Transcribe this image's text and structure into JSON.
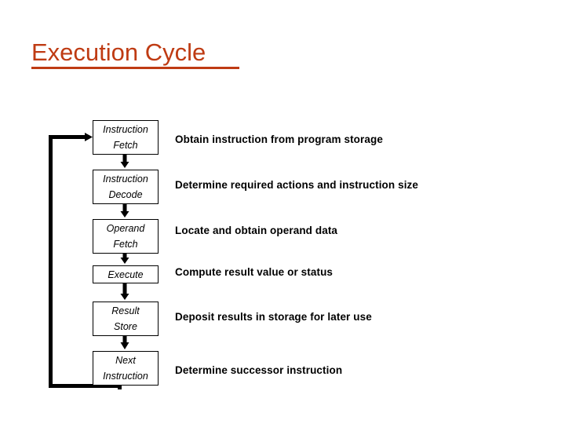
{
  "slide": {
    "title": "Execution Cycle",
    "title_color": "#bf3b13",
    "background_color": "#ffffff"
  },
  "diagram": {
    "type": "flowchart-cycle",
    "loop_label": "feedback-loop-to-instruction-fetch",
    "stages": [
      {
        "id": "instruction-fetch",
        "line1": "Instruction",
        "line2": "Fetch",
        "description": "Obtain instruction from program storage"
      },
      {
        "id": "instruction-decode",
        "line1": "Instruction",
        "line2": "Decode",
        "description": "Determine required actions and instruction size"
      },
      {
        "id": "operand-fetch",
        "line1": "Operand",
        "line2": "Fetch",
        "description": "Locate and obtain operand data"
      },
      {
        "id": "execute",
        "line1": "Execute",
        "line2": "",
        "description": "Compute result value or status"
      },
      {
        "id": "result-store",
        "line1": "Result",
        "line2": "Store",
        "description": "Deposit results in storage for later use"
      },
      {
        "id": "next-instruction",
        "line1": "Next",
        "line2": "Instruction",
        "description": "Determine successor instruction"
      }
    ]
  }
}
